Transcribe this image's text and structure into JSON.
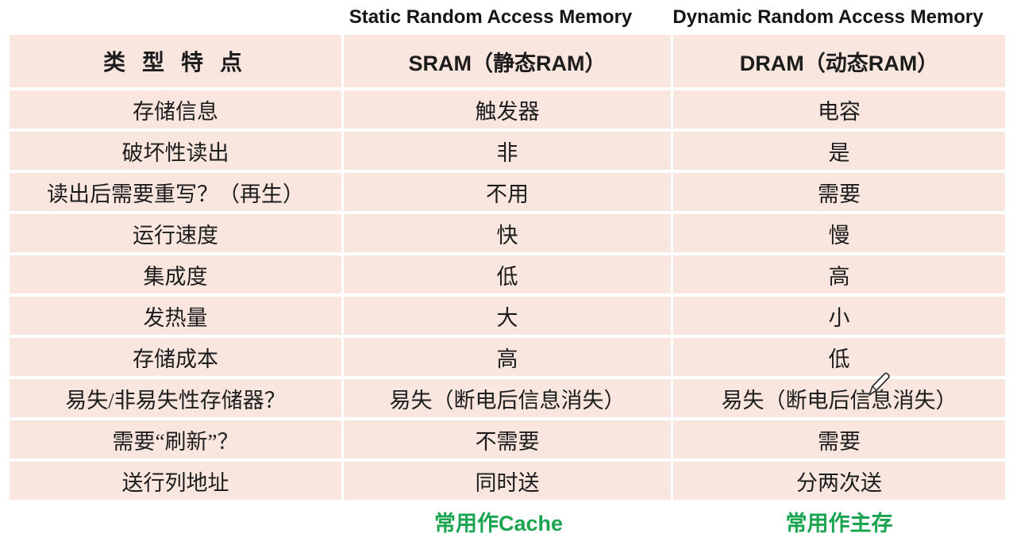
{
  "colors": {
    "row_bg": "#f9e6df",
    "text": "#1c1c1c",
    "green": "#1aa44f",
    "page_bg": "#ffffff"
  },
  "english_headers": {
    "sram": "Static Random Access Memory",
    "dram": "Dynamic Random Access Memory"
  },
  "table": {
    "header": {
      "feature": "类 型 特 点",
      "sram": "SRAM（静态RAM）",
      "dram": "DRAM（动态RAM）"
    },
    "rows": [
      {
        "feature": "存储信息",
        "sram": "触发器",
        "dram": "电容"
      },
      {
        "feature": "破坏性读出",
        "sram": "非",
        "dram": "是"
      },
      {
        "feature": "读出后需要重写？（再生）",
        "sram": "不用",
        "dram": "需要"
      },
      {
        "feature": "运行速度",
        "sram": "快",
        "dram": "慢"
      },
      {
        "feature": "集成度",
        "sram": "低",
        "dram": "高"
      },
      {
        "feature": "发热量",
        "sram": "大",
        "dram": "小"
      },
      {
        "feature": "存储成本",
        "sram": "高",
        "dram": "低"
      },
      {
        "feature": "易失/非易失性存储器？",
        "sram": "易失（断电后信息消失）",
        "dram": "易失（断电后信息消失）"
      },
      {
        "feature": "需要“刷新”？",
        "sram": "不需要",
        "dram": "需要"
      },
      {
        "feature": "送行列地址",
        "sram": "同时送",
        "dram": "分两次送"
      }
    ]
  },
  "footer": {
    "sram_note": "常用作Cache",
    "dram_note": "常用作主存"
  },
  "icons": {
    "pencil_cursor": "pencil-cursor-icon"
  }
}
